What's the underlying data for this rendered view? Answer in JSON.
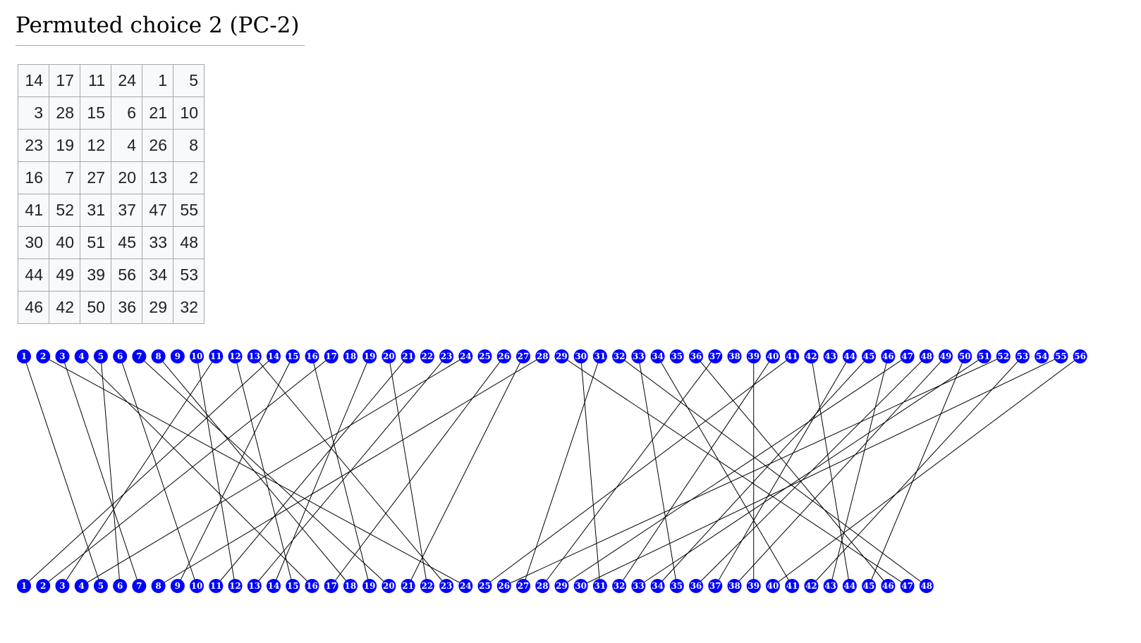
{
  "section": {
    "title": "Permuted choice 2 (PC-2)"
  },
  "table": {
    "rows": [
      [
        "14",
        "17",
        "11",
        "24",
        "1",
        "5"
      ],
      [
        "3",
        "28",
        "15",
        "6",
        "21",
        "10"
      ],
      [
        "23",
        "19",
        "12",
        "4",
        "26",
        "8"
      ],
      [
        "16",
        "7",
        "27",
        "20",
        "13",
        "2"
      ],
      [
        "41",
        "52",
        "31",
        "37",
        "47",
        "55"
      ],
      [
        "30",
        "40",
        "51",
        "45",
        "33",
        "48"
      ],
      [
        "44",
        "49",
        "39",
        "56",
        "34",
        "53"
      ],
      [
        "46",
        "42",
        "50",
        "36",
        "29",
        "32"
      ]
    ]
  },
  "diagram": {
    "input_count": 56,
    "output_count": 48,
    "permutation": [
      14,
      17,
      11,
      24,
      1,
      5,
      3,
      28,
      15,
      6,
      21,
      10,
      23,
      19,
      12,
      4,
      26,
      8,
      16,
      7,
      27,
      20,
      13,
      2,
      41,
      52,
      31,
      37,
      47,
      55,
      30,
      40,
      51,
      45,
      33,
      48,
      44,
      49,
      39,
      56,
      34,
      53,
      46,
      42,
      50,
      36,
      29,
      32
    ],
    "node_color": "#0000ff",
    "line_color": "#000000"
  }
}
